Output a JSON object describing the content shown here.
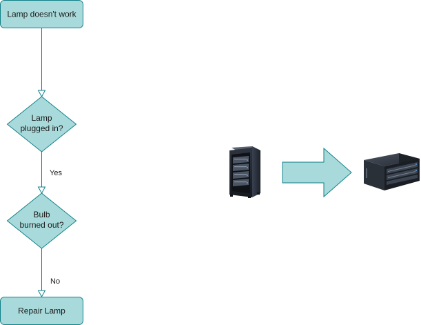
{
  "colors": {
    "node_fill": "#a9dadb",
    "node_stroke": "#0e8088",
    "edge_stroke": "#0e8088",
    "arrow_fill": "#a9dadb",
    "arrow_stroke": "#0e8088"
  },
  "flowchart": {
    "start": {
      "label": "Lamp doesn't work"
    },
    "decision1": {
      "line1": "Lamp",
      "line2": "plugged in?"
    },
    "decision2": {
      "line1": "Bulb",
      "line2": "burned out?"
    },
    "end": {
      "label": "Repair Lamp"
    },
    "edge_yes": "Yes",
    "edge_no": "No"
  },
  "migration": {
    "source_icon": "server-rack-icon",
    "arrow_icon": "right-arrow-icon",
    "target_icon": "rack-server-unit-icon"
  }
}
